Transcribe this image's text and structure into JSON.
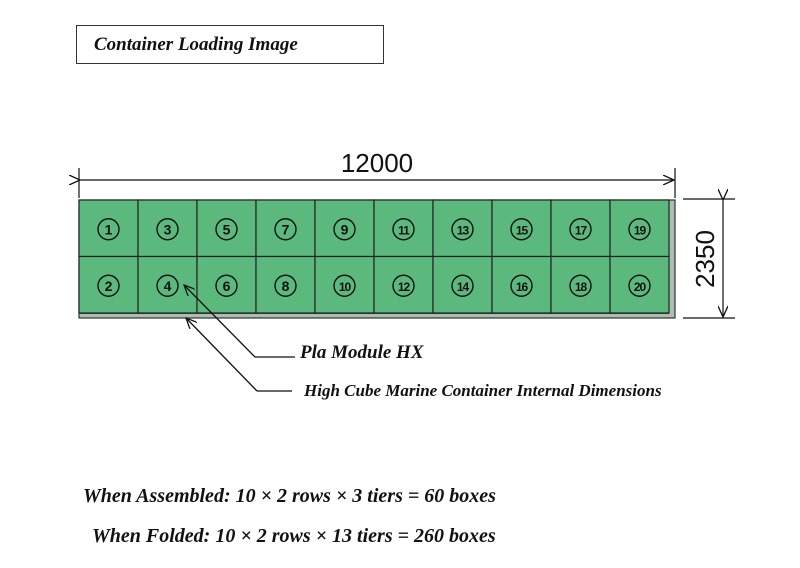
{
  "title": "Container Loading Image",
  "dimensions": {
    "length": "12000",
    "height": "2350"
  },
  "grid": {
    "columns": 10,
    "rows": 2,
    "top_row": [
      "1",
      "3",
      "5",
      "7",
      "9",
      "11",
      "13",
      "15",
      "17",
      "19"
    ],
    "bottom_row": [
      "2",
      "4",
      "6",
      "8",
      "10",
      "12",
      "14",
      "16",
      "18",
      "20"
    ],
    "box_color": "#5cb97e",
    "container_color": "#a9bfb0"
  },
  "callouts": {
    "module": "Pla Module HX",
    "container": "High Cube Marine Container Internal Dimensions"
  },
  "formulas": {
    "assembled": "When Assembled: 10 × 2 rows × 3 tiers = 60 boxes",
    "folded": "When Folded: 10 × 2 rows × 13 tiers = 260 boxes"
  }
}
